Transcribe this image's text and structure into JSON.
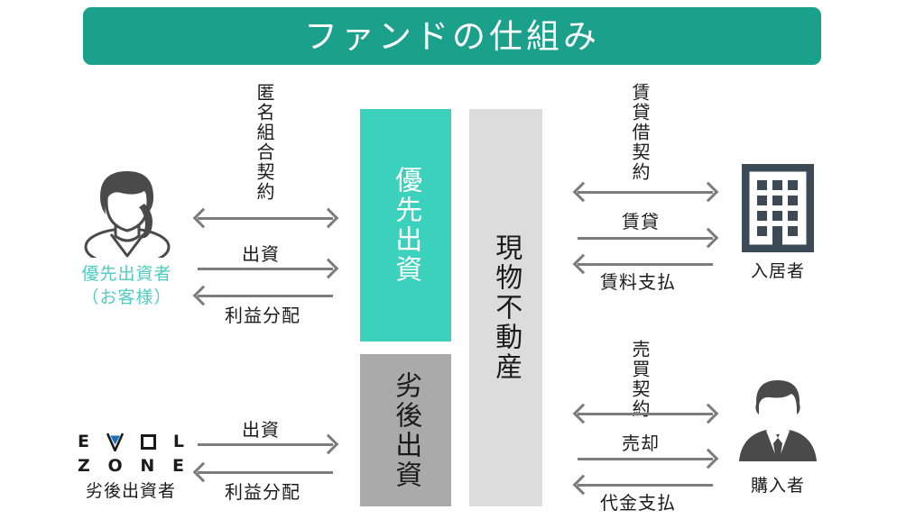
{
  "header": {
    "title": "ファンドの仕組み",
    "bg_color": "#1ba08c",
    "text_color": "#ffffff"
  },
  "center_blocks": {
    "senior": {
      "label": "優先出資",
      "bg_color": "#3cd1bc",
      "text_color": "#ffffff"
    },
    "junior": {
      "label": "劣後出資",
      "bg_color": "#aaaaaa",
      "text_color": "#1b1b1b"
    },
    "asset": {
      "label": "現物不動産",
      "bg_color": "#dcdcdc",
      "text_color": "#1b1b1b"
    }
  },
  "actors": {
    "senior_investor": {
      "icon": "female-avatar-icon",
      "label_line1": "優先出資者",
      "label_line2": "（お客様）",
      "label_color": "#4ecdc0"
    },
    "junior_investor": {
      "icon": "evol-zone-logo",
      "logo_line1": [
        "E",
        "V",
        "O",
        "L"
      ],
      "logo_line2": [
        "Z",
        "O",
        "N",
        "E"
      ],
      "label": "劣後出資者",
      "label_color": "#1b1b1b",
      "accent_color": "#1f6fb5"
    },
    "tenant": {
      "icon": "building-icon",
      "label": "入居者",
      "icon_color": "#3c4a55"
    },
    "buyer": {
      "icon": "businessman-avatar-icon",
      "label": "購入者",
      "icon_color": "#4a4a4a"
    }
  },
  "flows": {
    "left_top": {
      "contract": "匿名組合契約",
      "invest": "出資",
      "distribute": "利益分配"
    },
    "left_bottom": {
      "invest": "出資",
      "distribute": "利益分配"
    },
    "right_top": {
      "contract": "賃貸借契約",
      "lease": "賃貸",
      "rent_payment": "賃料支払"
    },
    "right_bottom": {
      "contract": "売買契約",
      "sale": "売却",
      "price_payment": "代金支払"
    }
  },
  "colors": {
    "arrow": "#7c7c7c",
    "text": "#1b1b1b",
    "accent_teal": "#1ba08c",
    "bright_teal": "#3cd1bc",
    "background": "#ffffff"
  }
}
